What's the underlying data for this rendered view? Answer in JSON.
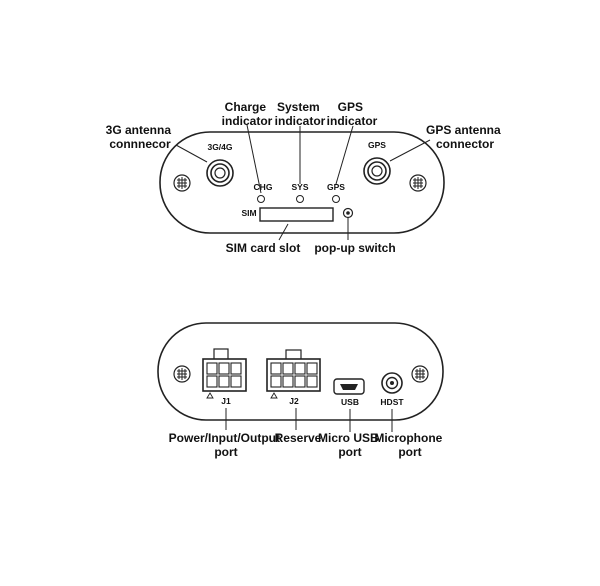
{
  "front_panel": {
    "port_labels": {
      "antenna_3g4g": "3G/4G",
      "gps_port": "GPS",
      "chg": "CHG",
      "sys": "SYS",
      "gps_led": "GPS",
      "sim": "SIM"
    },
    "callouts": {
      "antenna_3g": [
        "3G antenna",
        "connnecor"
      ],
      "charge": [
        "Charge",
        "indicator"
      ],
      "system": [
        "System",
        "indicator"
      ],
      "gps_indicator": [
        "GPS",
        "indicator"
      ],
      "gps_antenna": [
        "GPS antenna",
        "connector"
      ],
      "sim_slot": "SIM card slot",
      "popup": "pop-up switch"
    }
  },
  "rear_panel": {
    "port_labels": {
      "j1": "J1",
      "j2": "J2",
      "usb": "USB",
      "hdst": "HDST"
    },
    "callouts": {
      "power": [
        "Power/Input/Output",
        "port"
      ],
      "reserve": "Reserve",
      "micro_usb": [
        "Micro USB",
        "port"
      ],
      "microphone": [
        "Microphone",
        "port"
      ]
    }
  }
}
